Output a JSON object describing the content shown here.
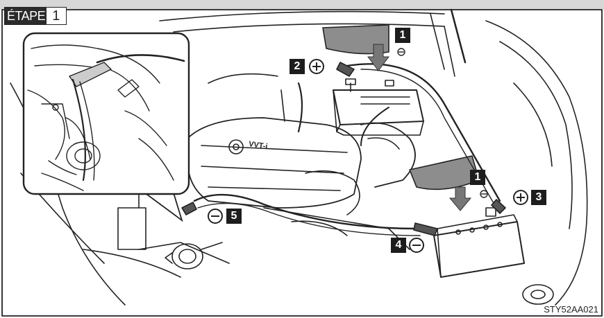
{
  "stage": {
    "word": "ÉTAPE",
    "number": "1"
  },
  "callouts": [
    {
      "number": "1",
      "sign": ""
    },
    {
      "number": "2",
      "sign": "plus"
    },
    {
      "number": "1",
      "sign": ""
    },
    {
      "number": "3",
      "sign": "plus"
    },
    {
      "number": "4",
      "sign": "minus"
    },
    {
      "number": "5",
      "sign": "minus"
    }
  ],
  "reference_code": "STY52AA021",
  "engine_logo_text": "VVT-i",
  "colors": {
    "line": "#222222",
    "header": "#d7d7d7",
    "badge": "#1d1d1d"
  },
  "icons": [
    "plus-sign-icon",
    "minus-sign-icon",
    "down-arrow-icon",
    "screw-icon"
  ]
}
